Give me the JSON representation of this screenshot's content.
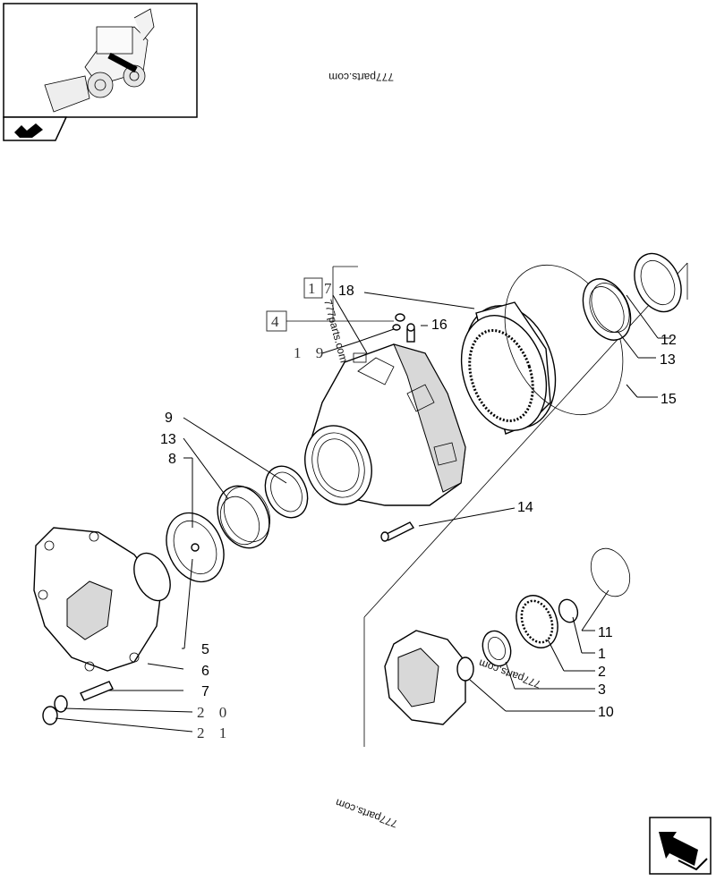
{
  "watermarks": [
    "777parts.com",
    "777parts.com",
    "777parts.com",
    "777parts.com"
  ],
  "callouts": [
    "18",
    "16",
    "12",
    "13",
    "15",
    "9",
    "13",
    "8",
    "14",
    "11",
    "1",
    "2",
    "3",
    "10",
    "5",
    "6",
    "7"
  ],
  "serif_callouts": [
    "1 9",
    "2 0",
    "2 1"
  ],
  "boxed_callouts": [
    "1",
    "7",
    "4"
  ],
  "icons": {
    "thumbnail": "backhoe-loader-thumbnail-icon",
    "nav_top": "page-flag-icon",
    "nav_bottom": "next-page-arrow-icon"
  }
}
